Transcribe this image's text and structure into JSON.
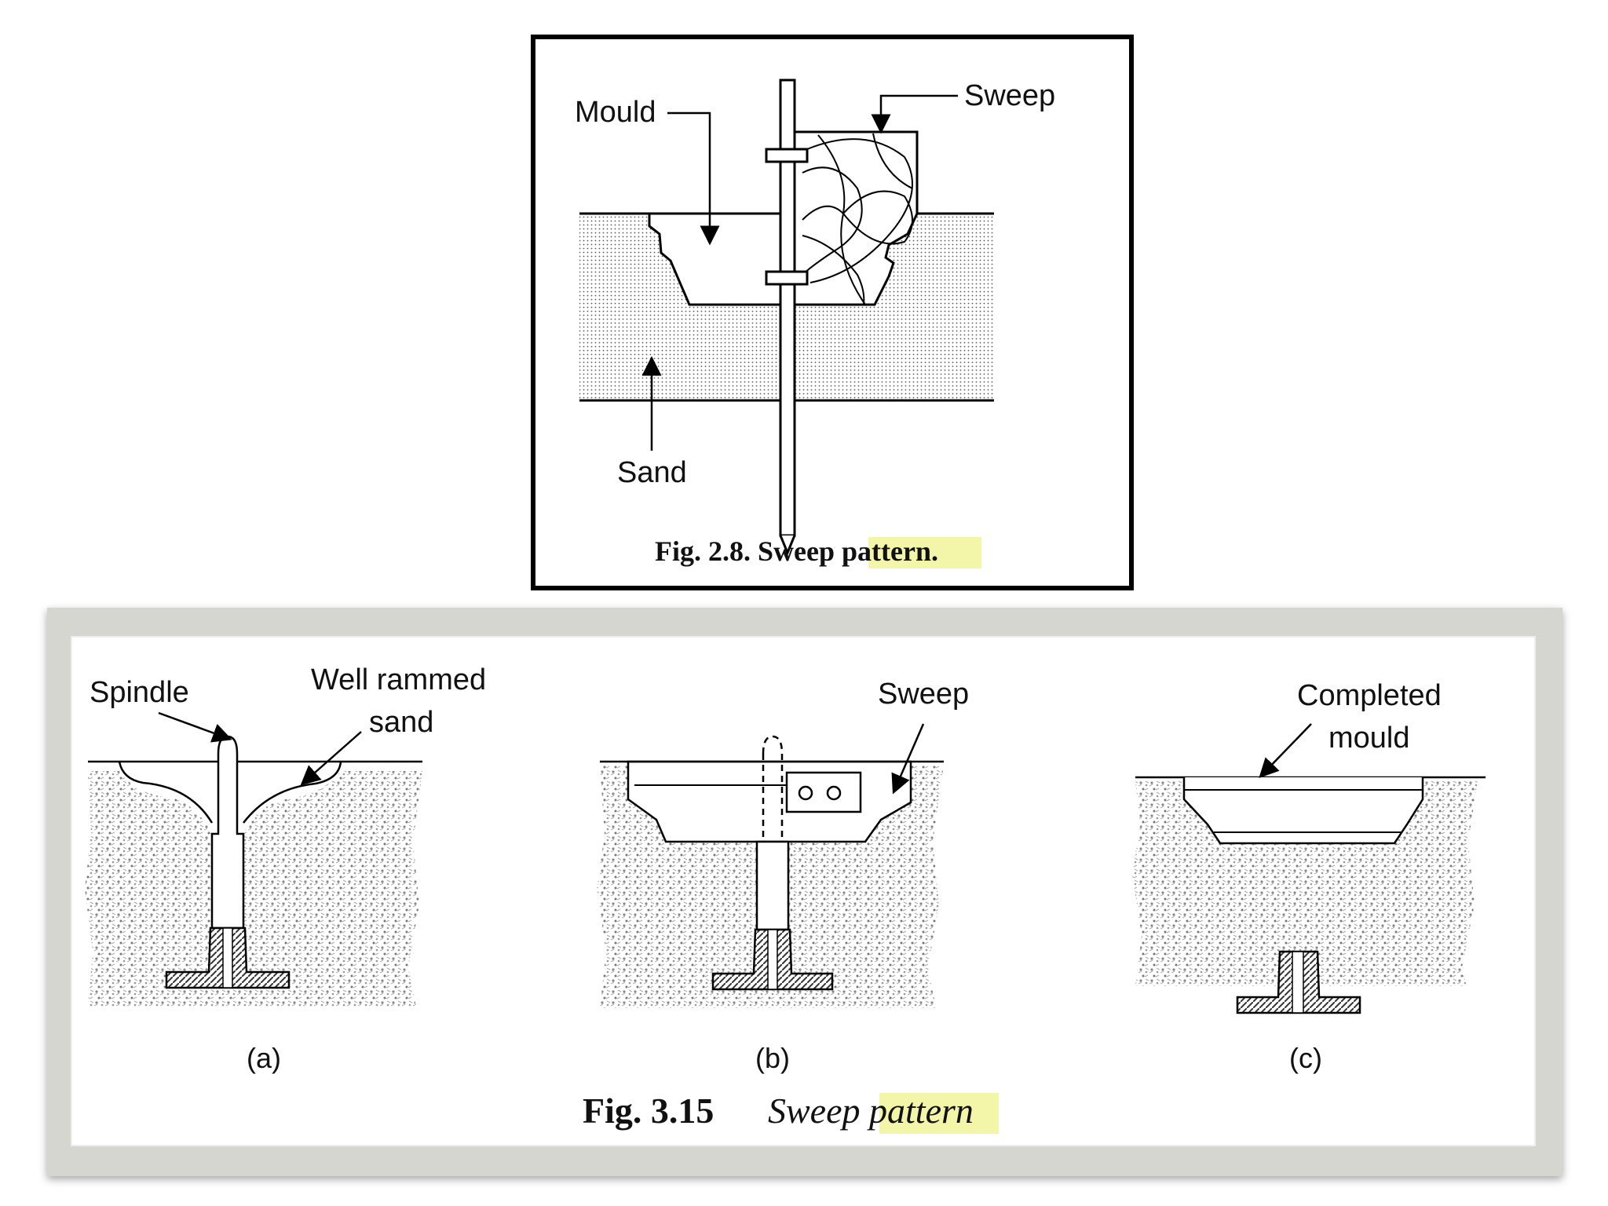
{
  "fig_top": {
    "labels": {
      "mould": "Mould",
      "sweep": "Sweep",
      "sand": "Sand"
    },
    "caption_main": "Fig. 2.8. Sweep ",
    "caption_highlight": "pattern",
    "caption_end": "."
  },
  "fig_bottom": {
    "labels": {
      "spindle": "Spindle",
      "well_rammed_1": "Well rammed",
      "well_rammed_2": "sand",
      "sweep": "Sweep",
      "completed_1": "Completed",
      "completed_2": "mould"
    },
    "panels": [
      "(a)",
      "(b)",
      "(c)"
    ],
    "caption_num": "Fig. 3.15",
    "caption_word": "Sweep",
    "caption_highlight": "pattern"
  },
  "colors": {
    "highlight": "#f3f5a8",
    "frame": "#d6d6d0",
    "ink": "#111111"
  }
}
